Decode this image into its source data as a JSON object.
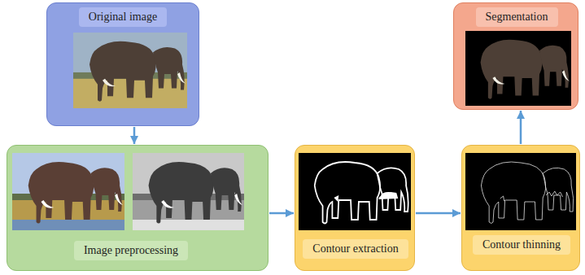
{
  "diagram": {
    "nodes": [
      {
        "text": [
          "Original image"
        ]
      },
      {
        "text": [
          "Image preprocessing"
        ]
      },
      {
        "text": [
          "Contour extraction"
        ]
      },
      {
        "text": [
          "Contour thinning"
        ]
      },
      {
        "text": [
          "Segmentation"
        ]
      }
    ],
    "edges": [
      {
        "from": 0,
        "to": 1,
        "arrow": "to"
      },
      {
        "from": 1,
        "to": 2,
        "arrow": "to"
      },
      {
        "from": 2,
        "to": 3,
        "arrow": "to"
      },
      {
        "from": 3,
        "to": 4,
        "arrow": "to"
      }
    ]
  }
}
